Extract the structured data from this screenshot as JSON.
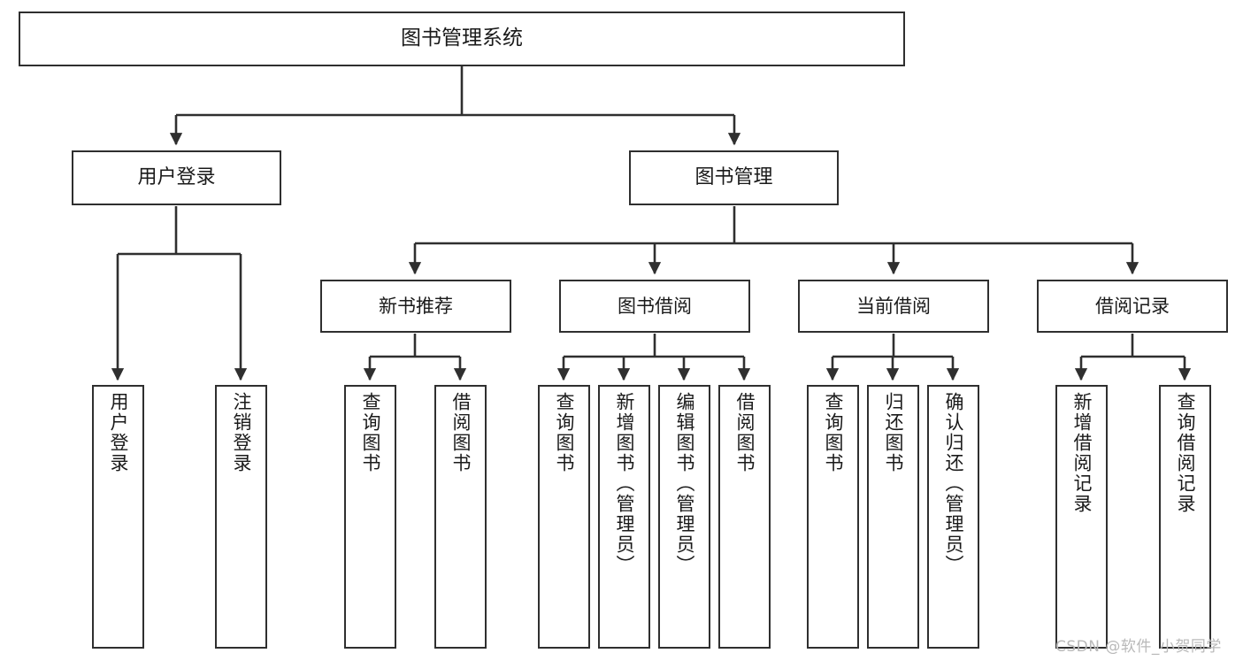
{
  "diagram": {
    "type": "tree",
    "title": "图书管理系统",
    "watermark": "CSDN @软件_小贺同学",
    "colors": {
      "stroke": "#2f2f2f",
      "fill": "#ffffff",
      "text": "#1a1a1a",
      "watermark": "#b9b9b9"
    },
    "nodes": {
      "root": {
        "label": "图书管理系统"
      },
      "level2": [
        {
          "id": "user-login",
          "label": "用户登录"
        },
        {
          "id": "book-manage",
          "label": "图书管理"
        }
      ],
      "level3": [
        {
          "id": "new-book-recommend",
          "label": "新书推荐"
        },
        {
          "id": "book-borrow",
          "label": "图书借阅"
        },
        {
          "id": "current-borrow",
          "label": "当前借阅"
        },
        {
          "id": "borrow-record",
          "label": "借阅记录"
        }
      ],
      "leaves": {
        "user_login": [
          {
            "id": "leaf-user-login",
            "label": "用户登录"
          },
          {
            "id": "leaf-logout-login",
            "label": "注销登录"
          }
        ],
        "new_book_recommend": [
          {
            "id": "leaf-query-book-1",
            "label": "查询图书"
          },
          {
            "id": "leaf-borrow-book-1",
            "label": "借阅图书"
          }
        ],
        "book_borrow": [
          {
            "id": "leaf-query-book-2",
            "label": "查询图书"
          },
          {
            "id": "leaf-add-book",
            "label": "新增图书（管理员）"
          },
          {
            "id": "leaf-edit-book",
            "label": "编辑图书（管理员）"
          },
          {
            "id": "leaf-borrow-book-2",
            "label": "借阅图书"
          }
        ],
        "current_borrow": [
          {
            "id": "leaf-query-book-3",
            "label": "查询图书"
          },
          {
            "id": "leaf-return-book",
            "label": "归还图书"
          },
          {
            "id": "leaf-confirm-return",
            "label": "确认归还（管理员）"
          }
        ],
        "borrow_record": [
          {
            "id": "leaf-add-record",
            "label": "新增借阅记录"
          },
          {
            "id": "leaf-query-record",
            "label": "查询借阅记录"
          }
        ]
      }
    }
  }
}
